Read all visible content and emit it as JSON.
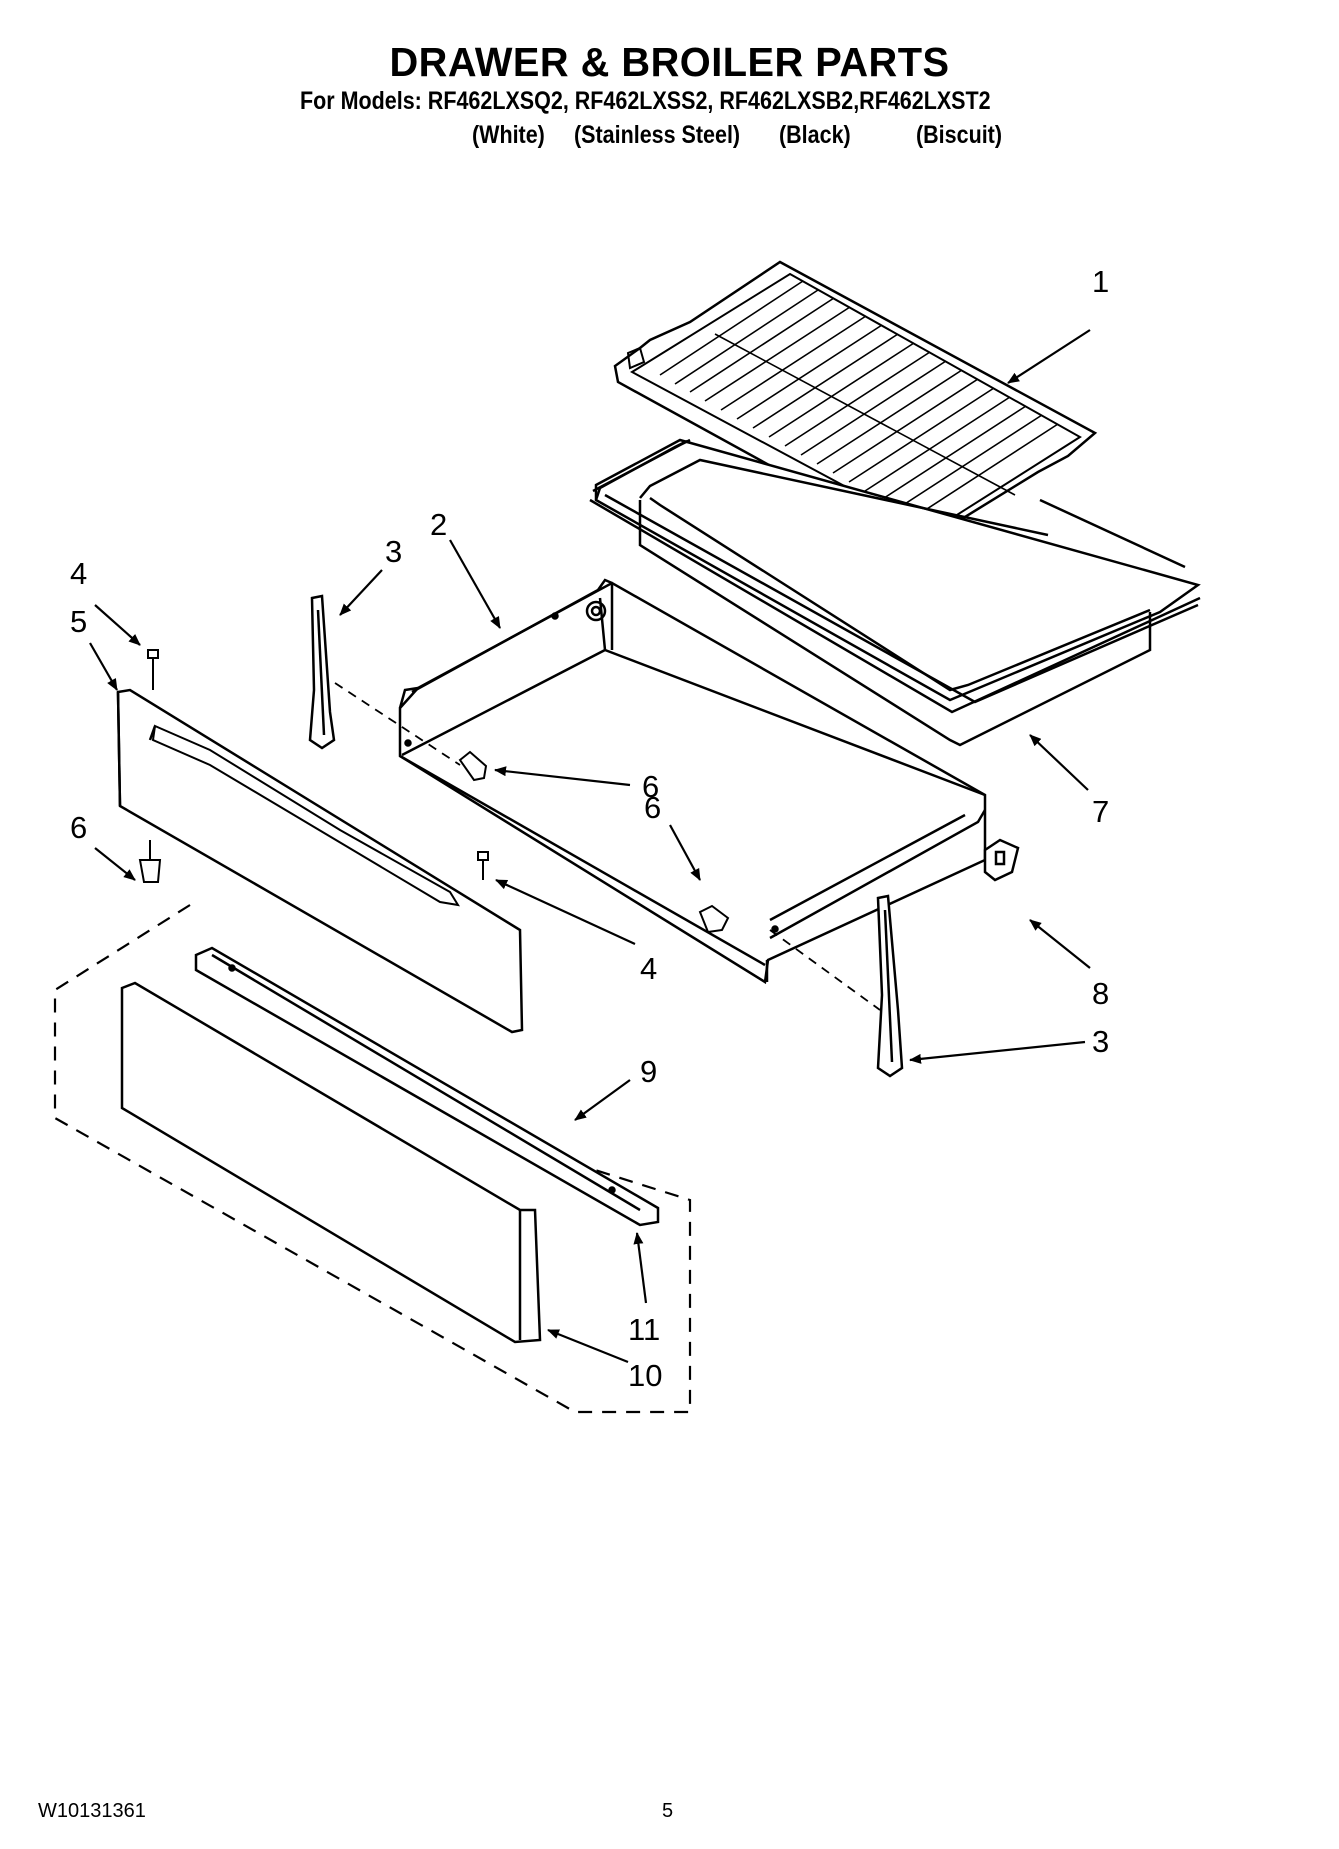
{
  "header": {
    "title": "DRAWER & BROILER PARTS",
    "models_line": "For Models: RF462LXSQ2, RF462LXSS2, RF462LXSB2,RF462LXST2",
    "variants": [
      "(White)",
      "(Stainless Steel)",
      "(Black)",
      "(Biscuit)"
    ]
  },
  "callouts": [
    "1",
    "2",
    "3",
    "4",
    "5",
    "6",
    "6",
    "7",
    "6",
    "4",
    "8",
    "3",
    "9",
    "11",
    "10"
  ],
  "footer": {
    "doc_number": "W10131361",
    "page_number": "5"
  }
}
